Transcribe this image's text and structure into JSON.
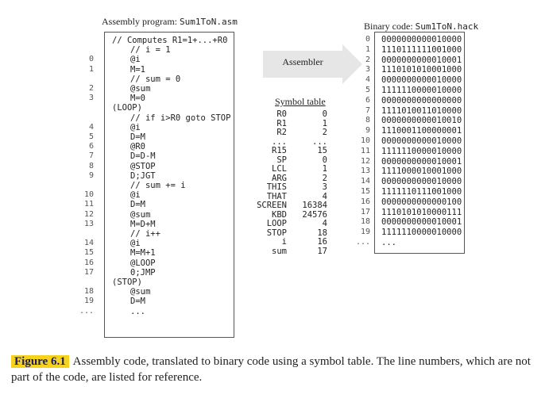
{
  "assembly": {
    "title_prefix": "Assembly program: ",
    "file_name": "Sum1ToN.asm",
    "lines": [
      {
        "no": "",
        "text": "// Computes R1=1+...+R0",
        "indent": 0
      },
      {
        "no": "",
        "text": "// i = 1",
        "indent": 1
      },
      {
        "no": "0",
        "text": "@i",
        "indent": 1
      },
      {
        "no": "1",
        "text": "M=1",
        "indent": 1
      },
      {
        "no": "",
        "text": "// sum = 0",
        "indent": 1
      },
      {
        "no": "2",
        "text": "@sum",
        "indent": 1
      },
      {
        "no": "3",
        "text": "M=0",
        "indent": 1
      },
      {
        "no": "",
        "text": "(LOOP)",
        "indent": 0
      },
      {
        "no": "",
        "text": "// if i>R0 goto STOP",
        "indent": 1
      },
      {
        "no": "4",
        "text": "@i",
        "indent": 1
      },
      {
        "no": "5",
        "text": "D=M",
        "indent": 1
      },
      {
        "no": "6",
        "text": "@R0",
        "indent": 1
      },
      {
        "no": "7",
        "text": "D=D-M",
        "indent": 1
      },
      {
        "no": "8",
        "text": "@STOP",
        "indent": 1
      },
      {
        "no": "9",
        "text": "D;JGT",
        "indent": 1
      },
      {
        "no": "",
        "text": "// sum += i",
        "indent": 1
      },
      {
        "no": "10",
        "text": "@i",
        "indent": 1
      },
      {
        "no": "11",
        "text": "D=M",
        "indent": 1
      },
      {
        "no": "12",
        "text": "@sum",
        "indent": 1
      },
      {
        "no": "13",
        "text": "M=D+M",
        "indent": 1
      },
      {
        "no": "",
        "text": "// i++",
        "indent": 1
      },
      {
        "no": "14",
        "text": "@i",
        "indent": 1
      },
      {
        "no": "15",
        "text": "M=M+1",
        "indent": 1
      },
      {
        "no": "16",
        "text": "@LOOP",
        "indent": 1
      },
      {
        "no": "17",
        "text": "0;JMP",
        "indent": 1
      },
      {
        "no": "",
        "text": "(STOP)",
        "indent": 0
      },
      {
        "no": "18",
        "text": "@sum",
        "indent": 1
      },
      {
        "no": "19",
        "text": "D=M",
        "indent": 1
      },
      {
        "no": "...",
        "text": "...",
        "indent": 1
      }
    ]
  },
  "assembler_label": "Assembler",
  "symbol_table": {
    "title": "Symbol table",
    "rows": [
      {
        "name": "R0",
        "value": "0"
      },
      {
        "name": "R1",
        "value": "1"
      },
      {
        "name": "R2",
        "value": "2"
      },
      {
        "name": "...",
        "value": "..."
      },
      {
        "name": "R15",
        "value": "15"
      },
      {
        "name": "SP",
        "value": "0"
      },
      {
        "name": "LCL",
        "value": "1"
      },
      {
        "name": "ARG",
        "value": "2"
      },
      {
        "name": "THIS",
        "value": "3"
      },
      {
        "name": "THAT",
        "value": "4"
      },
      {
        "name": "SCREEN",
        "value": "16384"
      },
      {
        "name": "KBD",
        "value": "24576"
      },
      {
        "name": "LOOP",
        "value": "4"
      },
      {
        "name": "STOP",
        "value": "18"
      },
      {
        "name": "i",
        "value": "16"
      },
      {
        "name": "sum",
        "value": "17"
      }
    ]
  },
  "binary": {
    "title_prefix": "Binary code: ",
    "file_name": "Sum1ToN.hack",
    "lines": [
      {
        "no": "0",
        "code": "0000000000010000"
      },
      {
        "no": "1",
        "code": "1110111111001000"
      },
      {
        "no": "2",
        "code": "0000000000010001"
      },
      {
        "no": "3",
        "code": "1110101010001000"
      },
      {
        "no": "4",
        "code": "0000000000010000"
      },
      {
        "no": "5",
        "code": "1111110000010000"
      },
      {
        "no": "6",
        "code": "0000000000000000"
      },
      {
        "no": "7",
        "code": "1111010011010000"
      },
      {
        "no": "8",
        "code": "0000000000010010"
      },
      {
        "no": "9",
        "code": "1110001100000001"
      },
      {
        "no": "10",
        "code": "0000000000010000"
      },
      {
        "no": "11",
        "code": "1111110000010000"
      },
      {
        "no": "12",
        "code": "0000000000010001"
      },
      {
        "no": "13",
        "code": "1111000010001000"
      },
      {
        "no": "14",
        "code": "0000000000010000"
      },
      {
        "no": "15",
        "code": "1111110111001000"
      },
      {
        "no": "16",
        "code": "0000000000000100"
      },
      {
        "no": "17",
        "code": "1110101010000111"
      },
      {
        "no": "18",
        "code": "0000000000010001"
      },
      {
        "no": "19",
        "code": "1111110000010000"
      },
      {
        "no": "...",
        "code": "..."
      }
    ]
  },
  "caption": {
    "label": "Figure 6.1",
    "text": "Assembly code, translated to binary code using a symbol table. The line numbers, which are not part of the code, are listed for reference."
  },
  "colors": {
    "caption_highlight": "#f4d21e",
    "caption_label_text": "#1a1a6e",
    "arrow_fill": "#e6e6e6"
  }
}
